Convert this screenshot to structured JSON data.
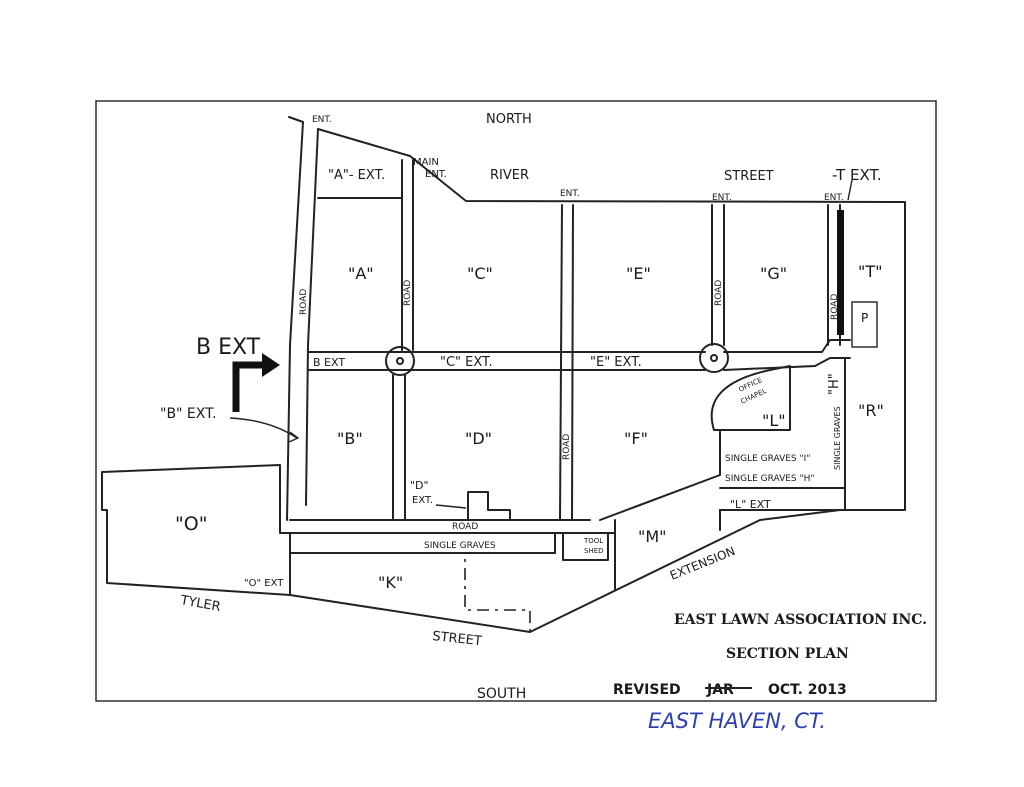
{
  "map": {
    "streets": {
      "north": "NORTH",
      "river": "RIVER",
      "street_top": "STREET",
      "tyler": "TYLER",
      "street_bottom": "STREET",
      "south": "SOUTH",
      "extension": "EXTENSION"
    },
    "entrances": {
      "ent_a": "ENT.",
      "main_ent_line1": "MAIN",
      "main_ent_line2": "ENT.",
      "ent_e": "ENT.",
      "ent_g": "ENT.",
      "ent_t": "ENT."
    },
    "roads": {
      "road_1": "ROAD",
      "road_2": "ROAD",
      "road_3": "ROAD",
      "road_4": "ROAD",
      "road_5": "ROAD",
      "road_bottom": "ROAD"
    },
    "sections": {
      "a_ext": "\"A\"- EXT.",
      "a": "\"A\"",
      "c": "\"C\"",
      "e": "\"E\"",
      "g": "\"G\"",
      "t": "\"T\"",
      "t_ext": "-T EXT.",
      "b_ext_row": "B EXT",
      "c_ext": "\"C\" EXT.",
      "e_ext": "\"E\" EXT.",
      "b": "\"B\"",
      "d": "\"D\"",
      "f": "\"F\"",
      "l": "\"L\"",
      "r": "\"R\"",
      "h": "\"H\"",
      "p": "P",
      "o": "\"O\"",
      "o_ext": "\"O\" EXT",
      "k": "\"K\"",
      "m": "\"M\"",
      "l_ext": "\"L\" EXT",
      "d_ext_line1": "\"D\"",
      "d_ext_line2": "EXT.",
      "single_graves": "SINGLE GRAVES",
      "single_graves_i": "SINGLE GRAVES \"I\"",
      "single_graves_h": "SINGLE GRAVES \"H\"",
      "single_graves_vert": "SINGLE GRAVES",
      "tool_shed_line1": "TOOL",
      "tool_shed_line2": "SHED",
      "office_line1": "OFFICE",
      "office_line2": "CHAPEL"
    },
    "annotations": {
      "b_ext_handwritten": "B EXT",
      "b_ext_label": "\"B\" EXT."
    },
    "title_block": {
      "line1": "EAST LAWN ASSOCIATION INC.",
      "line2": "SECTION PLAN",
      "revised_prefix": "REVISED",
      "revised_struck": "JAR",
      "revised_date": "OCT. 2013",
      "location": "EAST HAVEN, CT."
    },
    "colors": {
      "ink": "#222222",
      "blue_ink": "#2d3fb0",
      "background": "#ffffff"
    }
  }
}
